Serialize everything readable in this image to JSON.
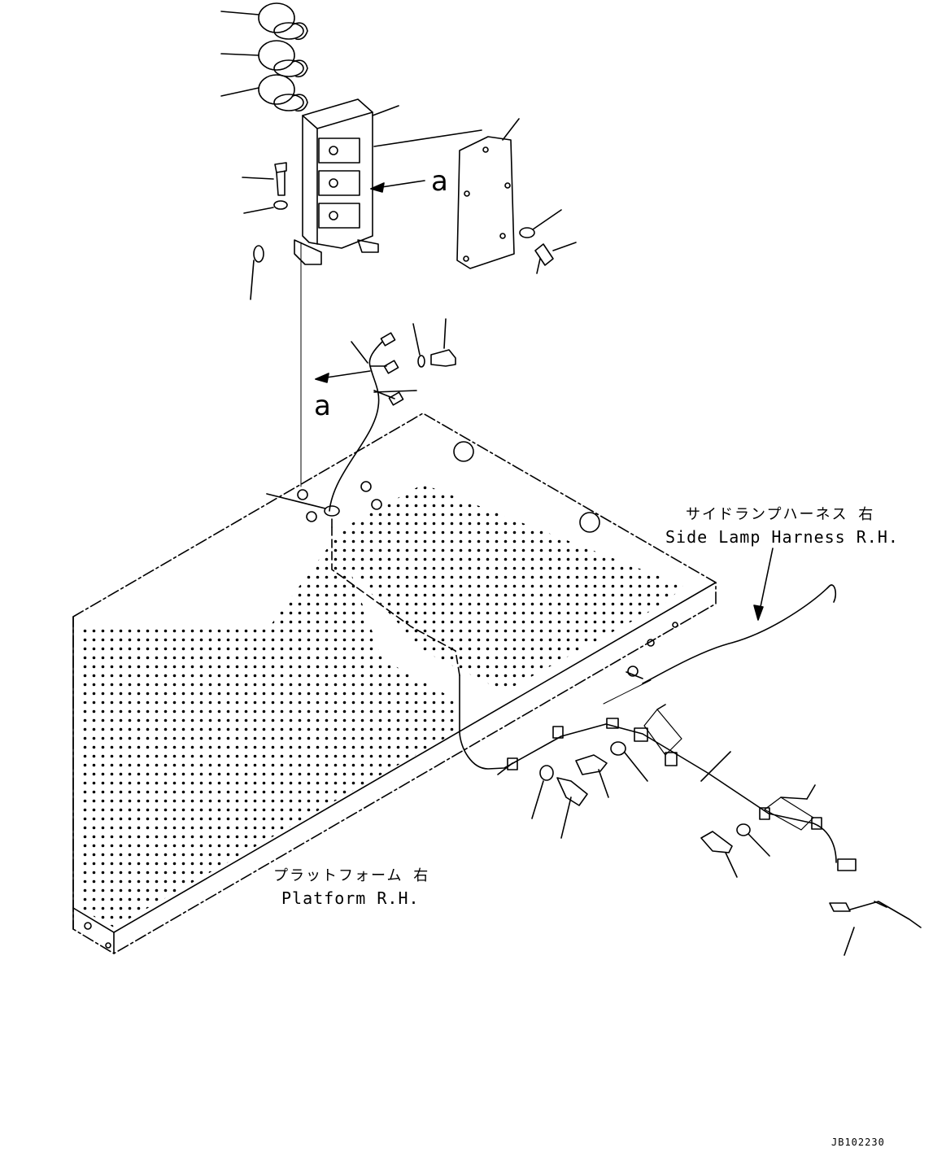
{
  "diagram": {
    "ref_a_upper": "a",
    "ref_a_lower": "a",
    "side_lamp_harness": {
      "ja": "サイドランプハーネス 右",
      "en": "Side Lamp Harness R.H."
    },
    "platform": {
      "ja": "プラットフォーム 右",
      "en": "Platform R.H."
    },
    "drawing_number": "JB102230"
  }
}
